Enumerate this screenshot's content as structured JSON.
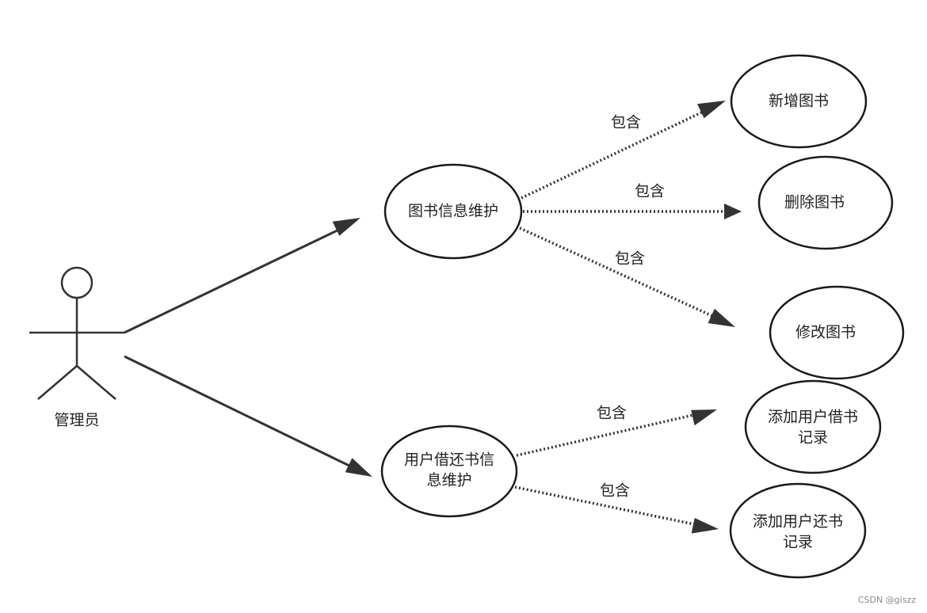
{
  "actor": {
    "label": "管理员"
  },
  "use_cases": [
    {
      "id": "book-maintenance",
      "lines": [
        "图书信息维护"
      ]
    },
    {
      "id": "borrow-maintenance",
      "lines": [
        "用户借还书信",
        "息维护"
      ]
    },
    {
      "id": "add-book",
      "lines": [
        "新增图书"
      ]
    },
    {
      "id": "delete-book",
      "lines": [
        "删除图书"
      ]
    },
    {
      "id": "edit-book",
      "lines": [
        "修改图书"
      ]
    },
    {
      "id": "add-borrow-record",
      "lines": [
        "添加用户借书",
        "记录"
      ]
    },
    {
      "id": "add-return-record",
      "lines": [
        "添加用户还书",
        "记录"
      ]
    }
  ],
  "associations": [
    {
      "from": "actor",
      "to": "book-maintenance"
    },
    {
      "from": "actor",
      "to": "borrow-maintenance"
    }
  ],
  "includes": [
    {
      "from": "book-maintenance",
      "to": "add-book",
      "label": "包含"
    },
    {
      "from": "book-maintenance",
      "to": "delete-book",
      "label": "包含"
    },
    {
      "from": "book-maintenance",
      "to": "edit-book",
      "label": "包含"
    },
    {
      "from": "borrow-maintenance",
      "to": "add-borrow-record",
      "label": "包含"
    },
    {
      "from": "borrow-maintenance",
      "to": "add-return-record",
      "label": "包含"
    }
  ],
  "watermark": "CSDN @giszz"
}
